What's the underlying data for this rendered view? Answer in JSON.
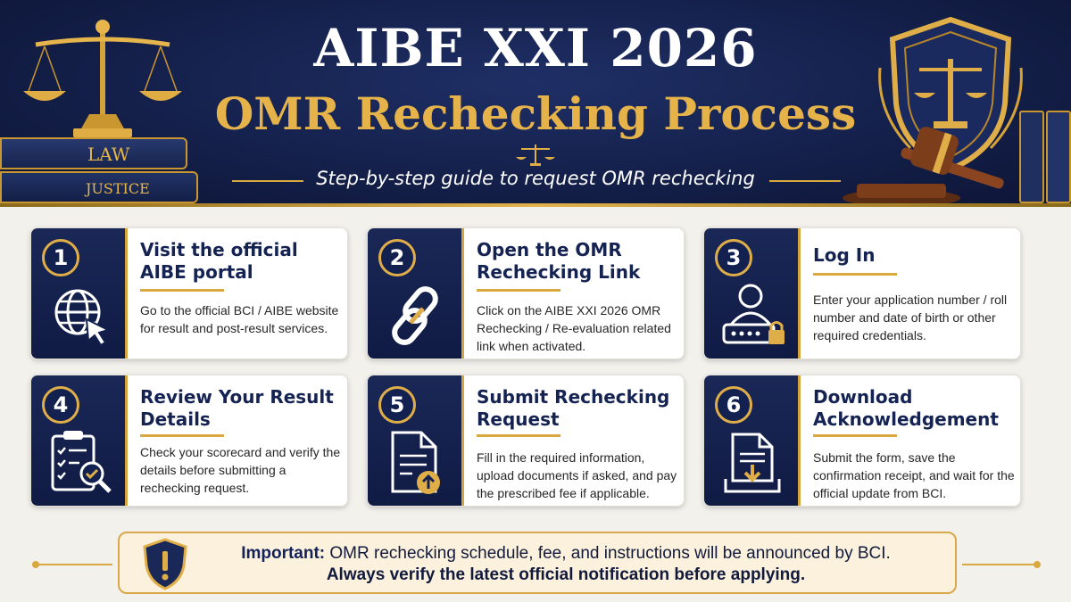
{
  "header": {
    "title_line1": "AIBE XXI 2026",
    "title_line2": "OMR Rechecking Process",
    "subtitle": "Step-by-step guide to request OMR rechecking",
    "book_label_1": "LAW",
    "book_label_2": "JUSTICE"
  },
  "steps": [
    {
      "number": "1",
      "title": "Visit the official AIBE portal",
      "description": "Go to the official BCI / AIBE website for result and post-result services.",
      "icon": "globe-cursor-icon"
    },
    {
      "number": "2",
      "title": "Open the OMR Rechecking Link",
      "description": "Click on the AIBE XXI 2026 OMR Rechecking / Re-evaluation related link when activated.",
      "icon": "link-chain-icon"
    },
    {
      "number": "3",
      "title": "Log In",
      "description": "Enter your application number / roll number and date of birth or other required credentials.",
      "icon": "user-password-lock-icon"
    },
    {
      "number": "4",
      "title": "Review Your Result Details",
      "description": "Check your scorecard and verify the details before submitting a rechecking request.",
      "icon": "clipboard-check-icon"
    },
    {
      "number": "5",
      "title": "Submit Rechecking Request",
      "description": "Fill in the required information, upload documents if asked, and pay the prescribed fee if applicable.",
      "icon": "document-upload-icon"
    },
    {
      "number": "6",
      "title": "Download Acknowledgement",
      "description": "Submit the form, save the confirmation receipt, and wait for the official update from BCI.",
      "icon": "document-download-icon"
    }
  ],
  "notice": {
    "label": "Important:",
    "line1": "OMR rechecking schedule, fee, and instructions will be announced by BCI.",
    "line2": "Always verify the latest official notification before applying.",
    "icon": "shield-exclamation-icon"
  },
  "colors": {
    "navy": "#14204a",
    "gold": "#e0ae48",
    "card_bg": "#ffffff",
    "page_bg": "#f3f1ec"
  }
}
